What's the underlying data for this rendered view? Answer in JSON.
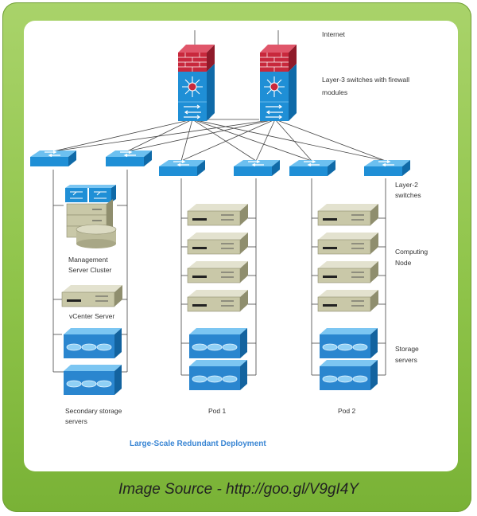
{
  "labels": {
    "internet": "Internet",
    "l3_line1": "Layer-3 switches with firewall",
    "l3_line2": "modules",
    "l2_line1": "Layer-2",
    "l2_line2": "switches",
    "computing_line1": "Computing",
    "computing_line2": "Node",
    "storage_line1": "Storage",
    "storage_line2": "servers",
    "mgmt_line1": "Management",
    "mgmt_line2": "Server Cluster",
    "vcenter": "vCenter Server",
    "secondary_line1": "Secondary storage",
    "secondary_line2": "servers",
    "pod1": "Pod 1",
    "pod2": "Pod 2",
    "diagram_title": "Large-Scale Redundant Deployment"
  },
  "caption": "Image Source - http://goo.gl/V9gI4Y",
  "colors": {
    "frame": "#8fc44a",
    "firewall": "#c8283c",
    "switch": "#1f8fd6",
    "server": "#c9c8a8",
    "storage": "#2a86cf",
    "title": "#3a86d4"
  }
}
